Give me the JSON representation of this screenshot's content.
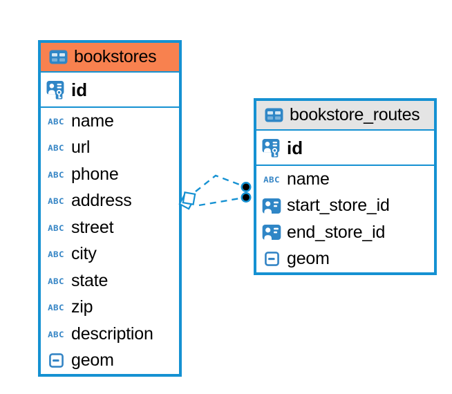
{
  "colors": {
    "accent_blue": "#1591D2",
    "icon_blue": "#3585C5",
    "bookstores_header_bg": "#F8814F",
    "routes_header_bg": "#E4E4E4",
    "text": "#000000",
    "connector_endpoint_dot": "#000000"
  },
  "icons": {
    "text_type_label": "ABC"
  },
  "tables": [
    {
      "name": "bookstores",
      "header_bg": "#F8814F",
      "columns": [
        {
          "name": "id",
          "icon": "primary-key-icon"
        },
        {
          "name": "name",
          "icon": "text-type-icon"
        },
        {
          "name": "url",
          "icon": "text-type-icon"
        },
        {
          "name": "phone",
          "icon": "text-type-icon"
        },
        {
          "name": "address",
          "icon": "text-type-icon"
        },
        {
          "name": "street",
          "icon": "text-type-icon"
        },
        {
          "name": "city",
          "icon": "text-type-icon"
        },
        {
          "name": "state",
          "icon": "text-type-icon"
        },
        {
          "name": "zip",
          "icon": "text-type-icon"
        },
        {
          "name": "description",
          "icon": "text-type-icon"
        },
        {
          "name": "geom",
          "icon": "geometry-type-icon"
        }
      ]
    },
    {
      "name": "bookstore_routes",
      "header_bg": "#E4E4E4",
      "columns": [
        {
          "name": "id",
          "icon": "primary-key-icon"
        },
        {
          "name": "name",
          "icon": "text-type-icon"
        },
        {
          "name": "start_store_id",
          "icon": "foreign-key-icon"
        },
        {
          "name": "end_store_id",
          "icon": "foreign-key-icon"
        },
        {
          "name": "geom",
          "icon": "geometry-type-icon"
        }
      ]
    }
  ],
  "relationship": {
    "style": "dashed",
    "source_table": "bookstores",
    "target_table": "bookstore_routes",
    "source_marker": "diamond",
    "target_marker": "two-dots"
  }
}
